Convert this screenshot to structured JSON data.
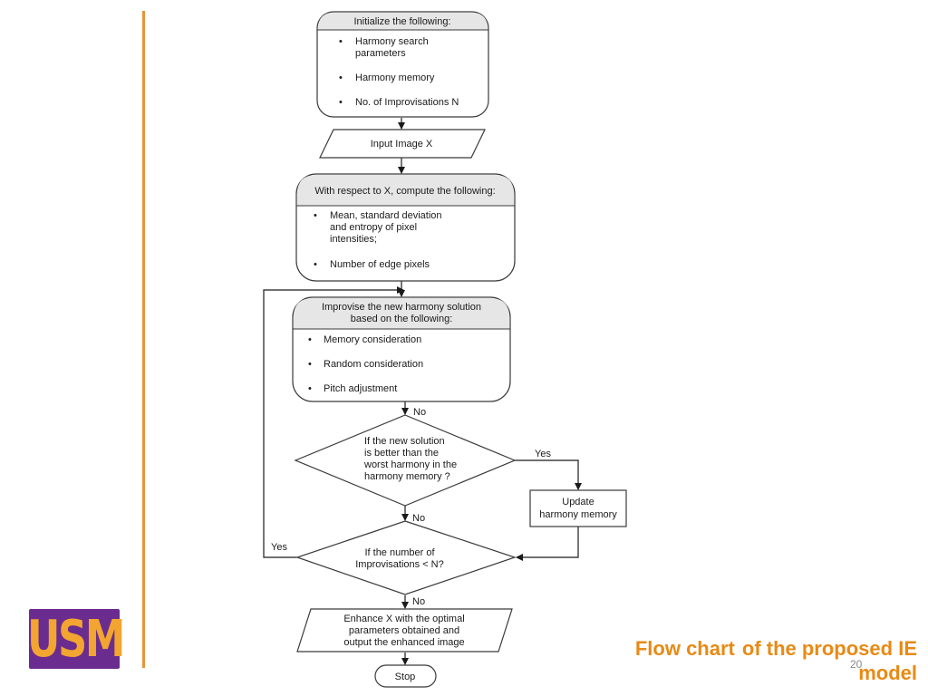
{
  "nodes": {
    "init": {
      "header": "Initialize the following:",
      "items": [
        "Harmony search",
        "parameters",
        "Harmony memory",
        "No. of Improvisations N"
      ]
    },
    "input": {
      "label": "Input Image X"
    },
    "compute": {
      "header": "With respect to X, compute the following:",
      "items": [
        "Mean, standard deviation",
        "and entropy of pixel",
        "intensities;",
        "Number of edge pixels"
      ]
    },
    "improvise": {
      "header": [
        "Improvise the new harmony solution",
        "based on the following:"
      ],
      "items": [
        "Memory consideration",
        "Random consideration",
        "Pitch adjustment"
      ]
    },
    "decision1": {
      "lines": [
        "If the new solution",
        "is better than the",
        "worst harmony in the",
        "harmony memory ?"
      ]
    },
    "update": {
      "lines": [
        "Update",
        "harmony memory"
      ]
    },
    "decision2": {
      "lines": [
        "If the number of",
        "Improvisations < N?"
      ]
    },
    "enhance": {
      "lines": [
        "Enhance X with the optimal",
        "parameters obtained and",
        "output the enhanced image"
      ]
    },
    "stop": {
      "label": "Stop"
    }
  },
  "edge_labels": {
    "no_1": "No",
    "yes_1": "Yes",
    "no_2": "No",
    "yes_2": "Yes",
    "no_3": "No"
  },
  "slide": {
    "title_part1": "Flow chart",
    "title_part2": "of the proposed IE",
    "title_part3": "model",
    "page_number": "20",
    "logo_text": "USM",
    "accent_color": "#e88a14",
    "logo_color": "#6a2c8e"
  }
}
